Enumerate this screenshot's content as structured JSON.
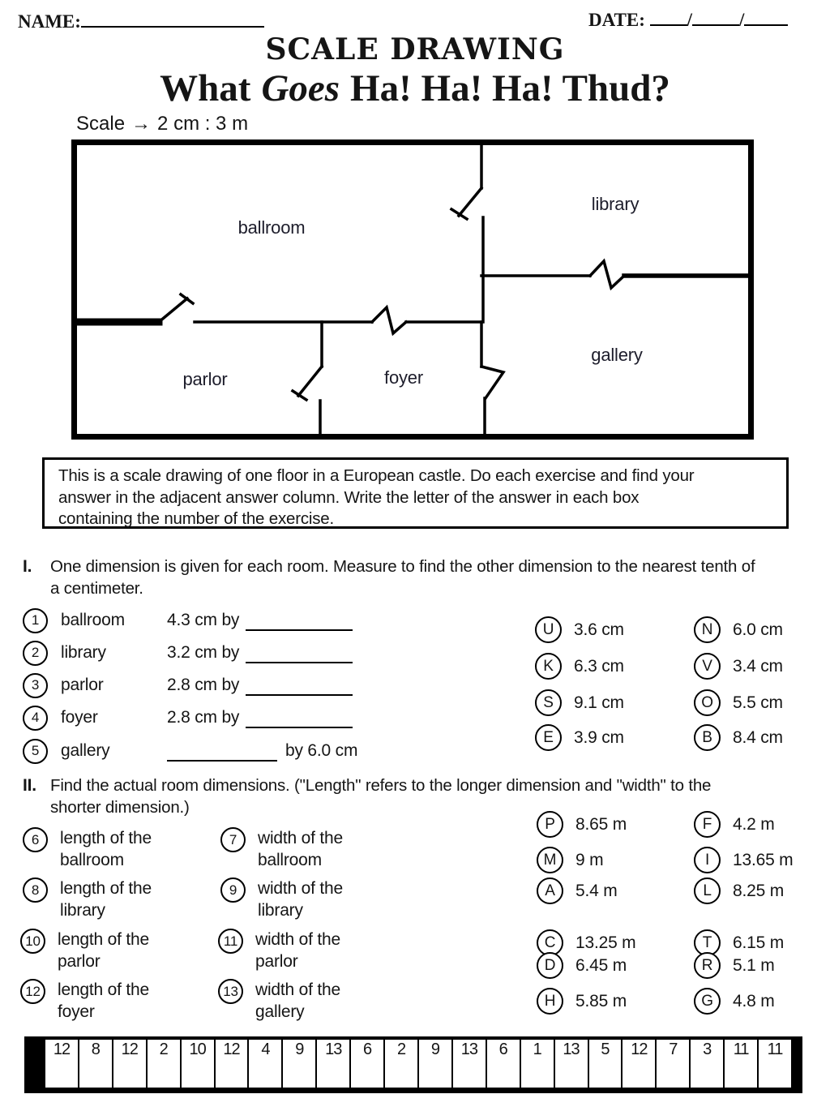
{
  "header": {
    "name_label": "NAME:",
    "date_label": "DATE:",
    "slash": "/"
  },
  "title": "SCALE DRAWING",
  "subtitle": {
    "word1": "What",
    "word2_italic": "Goes",
    "rest": "Ha! Ha! Ha! Thud?"
  },
  "scale": {
    "label": "Scale",
    "arrow": "→",
    "value": "2 cm : 3 m"
  },
  "floor_plan": {
    "rooms": {
      "ballroom": "ballroom",
      "library": "library",
      "parlor": "parlor",
      "foyer": "foyer",
      "gallery": "gallery"
    }
  },
  "instructions": "This is a scale drawing of one floor in a European castle. Do each exercise and find your answer in the adjacent answer column. Write the letter of the answer in each box containing the number of the exercise.",
  "section1": {
    "numeral": "I.",
    "prompt": "One dimension is given for each room. Measure to find the other dimension to the nearest tenth of a centimeter.",
    "items": [
      {
        "num": "1",
        "room": "ballroom",
        "given": "4.3 cm by"
      },
      {
        "num": "2",
        "room": "library",
        "given": "3.2 cm by"
      },
      {
        "num": "3",
        "room": "parlor",
        "given": "2.8 cm by"
      },
      {
        "num": "4",
        "room": "foyer",
        "given": "2.8 cm by"
      },
      {
        "num": "5",
        "room": "gallery",
        "given_after": "by 6.0 cm"
      }
    ],
    "answers_col1": [
      {
        "letter": "U",
        "value": "3.6 cm"
      },
      {
        "letter": "K",
        "value": "6.3 cm"
      },
      {
        "letter": "S",
        "value": "9.1 cm"
      },
      {
        "letter": "E",
        "value": "3.9 cm"
      }
    ],
    "answers_col2": [
      {
        "letter": "N",
        "value": "6.0 cm"
      },
      {
        "letter": "V",
        "value": "3.4 cm"
      },
      {
        "letter": "O",
        "value": "5.5 cm"
      },
      {
        "letter": "B",
        "value": "8.4 cm"
      }
    ]
  },
  "section2": {
    "numeral": "II.",
    "prompt": "Find the actual room dimensions. (\"Length\" refers to the longer dimension and \"width\" to the shorter dimension.)",
    "items": [
      {
        "num": "6",
        "line1": "length of the",
        "line2": "ballroom"
      },
      {
        "num": "7",
        "line1": "width of the",
        "line2": "ballroom"
      },
      {
        "num": "8",
        "line1": "length of the",
        "line2": "library"
      },
      {
        "num": "9",
        "line1": "width of the",
        "line2": "library"
      },
      {
        "num": "10",
        "line1": "length of the",
        "line2": "parlor"
      },
      {
        "num": "11",
        "line1": "width of the",
        "line2": "parlor"
      },
      {
        "num": "12",
        "line1": "length of the",
        "line2": "foyer"
      },
      {
        "num": "13",
        "line1": "width of the",
        "line2": "gallery"
      }
    ],
    "answers_col1": [
      {
        "letter": "P",
        "value": "8.65 m"
      },
      {
        "letter": "M",
        "value": "9 m"
      },
      {
        "letter": "A",
        "value": "5.4 m"
      },
      {
        "letter": "C",
        "value": "13.25 m"
      },
      {
        "letter": "D",
        "value": "6.45 m"
      },
      {
        "letter": "H",
        "value": "5.85 m"
      }
    ],
    "answers_col2": [
      {
        "letter": "F",
        "value": "4.2 m"
      },
      {
        "letter": "I",
        "value": "13.65 m"
      },
      {
        "letter": "L",
        "value": "8.25 m"
      },
      {
        "letter": "T",
        "value": "6.15 m"
      },
      {
        "letter": "R",
        "value": "5.1 m"
      },
      {
        "letter": "G",
        "value": "4.8 m"
      }
    ]
  },
  "answer_strip": [
    "12",
    "8",
    "12",
    "2",
    "10",
    "12",
    "4",
    "9",
    "13",
    "6",
    "2",
    "9",
    "13",
    "6",
    "1",
    "13",
    "5",
    "12",
    "7",
    "3",
    "11",
    "11"
  ]
}
